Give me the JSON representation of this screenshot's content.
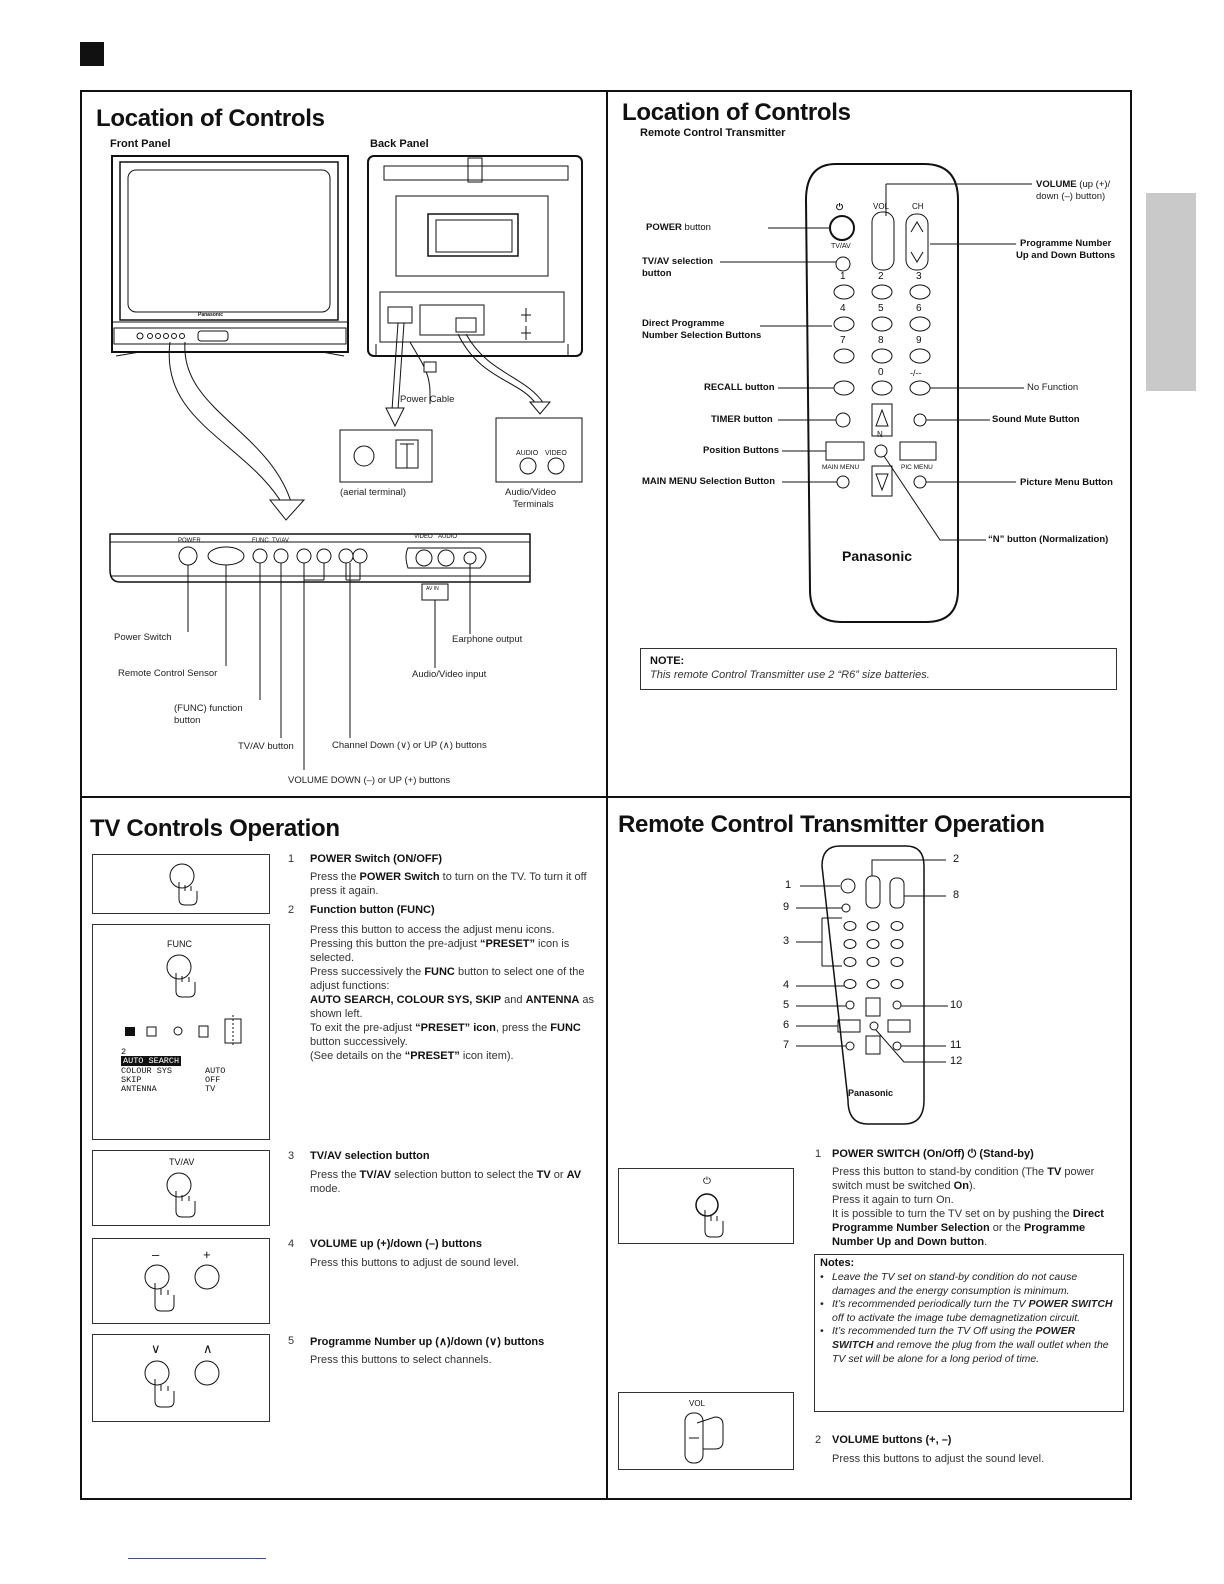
{
  "top_left": {
    "title": "Location of Controls",
    "front_panel": "Front Panel",
    "back_panel": "Back Panel",
    "tv_brand": "Panasonic",
    "power_cable": "Power Cable",
    "aerial_terminal": "(aerial terminal)",
    "av_terminals_line1": "Audio/Video",
    "av_terminals_line2": "Terminals",
    "audio": "AUDIO",
    "video": "VIDEO",
    "strip": {
      "power": "POWER",
      "func": "FUNC",
      "tvav": "TV/AV",
      "video": "VIDEO",
      "audio": "AUDIO",
      "avin": "AV IN"
    },
    "callouts": {
      "power_switch": "Power Switch",
      "remote_sensor": "Remote Control Sensor",
      "func_l1": "(FUNC) function",
      "func_l2": "button",
      "tvav_button": "TV/AV button",
      "channel": "Channel Down (∨) or UP (∧) buttons",
      "volume": "VOLUME DOWN (–) or UP (+) buttons",
      "earphone": "Earphone output",
      "av_input": "Audio/Video input"
    }
  },
  "top_right": {
    "title": "Location of Controls",
    "subtitle": "Remote Control Transmitter",
    "remote": {
      "vol": "VOL",
      "ch": "CH",
      "tvav": "TV/AV",
      "n": "N",
      "main_menu": "MAIN MENU",
      "pic_menu": "PIC MENU",
      "brand": "Panasonic",
      "digits": [
        "1",
        "2",
        "3",
        "4",
        "5",
        "6",
        "7",
        "8",
        "9",
        "0",
        "-/--"
      ]
    },
    "callouts": {
      "volume_b": "VOLUME",
      "volume_r": " (up (+)/",
      "volume_l2": "down (–) button)",
      "power_b": "POWER",
      "power_r": " button",
      "prog_l1": "Programme Number",
      "prog_l2": "Up and Down Buttons",
      "tvav_l1": "TV/AV selection",
      "tvav_l2": "button",
      "direct_l1": "Direct Programme",
      "direct_l2": "Number Selection Buttons",
      "recall": "RECALL button",
      "no_function": "No Function",
      "timer": "TIMER button",
      "mute": "Sound Mute Button",
      "position": "Position Buttons",
      "main_menu": "MAIN MENU Selection Button",
      "pic_menu": "Picture Menu Button",
      "n_button": "“N” button (Normalization)"
    },
    "note_title": "NOTE:",
    "note_text": "This remote Control Transmitter use 2 “R6” size batteries."
  },
  "bottom_left": {
    "title": "TV Controls Operation",
    "func_label": "FUNC",
    "tvav_label": "TV/AV",
    "minus": "–",
    "plus": "+",
    "down": "∨",
    "up": "∧",
    "osd": {
      "num": "2",
      "items": [
        "AUTO SEARCH",
        "COLOUR SYS",
        "SKIP",
        "ANTENNA"
      ],
      "values": [
        "AUTO",
        "OFF",
        "TV"
      ]
    },
    "steps": [
      {
        "num": "1",
        "title": "POWER Switch (ON/OFF)"
      },
      {
        "num": "2",
        "title": "Function button (FUNC)"
      },
      {
        "num": "3",
        "title": "TV/AV selection button"
      },
      {
        "num": "4",
        "title": "VOLUME up (+)/down (–) buttons"
      },
      {
        "num": "5",
        "title": "Programme Number up (∧)/down (∨) buttons"
      }
    ],
    "s1": {
      "a": "Press the ",
      "b": "POWER Switch",
      "c": " to turn on the TV. To turn it off press it again."
    },
    "s2": {
      "p1": "Press this button to access the adjust menu icons.",
      "p2a": "Pressing this button the pre-adjust ",
      "p2b": "“PRESET”",
      "p2c": " icon is selected.",
      "p3a": "Press successively the ",
      "p3b": "FUNC",
      "p3c": " button to select one of the adjust functions:",
      "p4a": "AUTO SEARCH, COLOUR SYS, SKIP",
      "p4b": " and ",
      "p4c": "ANTENNA",
      "p4d": " as shown left.",
      "p5a": "To exit the pre-adjust ",
      "p5b": "“PRESET” icon",
      "p5c": ", press the ",
      "p5d": "FUNC",
      "p5e": " button successively.",
      "p6a": "(See details on the ",
      "p6b": "“PRESET”",
      "p6c": " icon item)."
    },
    "s3": {
      "a": "Press the ",
      "b": "TV/AV",
      "c": " selection button to select the ",
      "d": "TV",
      "e": " or ",
      "f": "AV",
      "g": " mode."
    },
    "s4": "Press this buttons to adjust de sound level.",
    "s5": "Press this buttons to select channels."
  },
  "bottom_right": {
    "title": "Remote Control Transmitter Operation",
    "callout_numbers": [
      "1",
      "2",
      "3",
      "4",
      "5",
      "6",
      "7",
      "8",
      "9",
      "10",
      "11",
      "12"
    ],
    "brand": "Panasonic",
    "vol_label": "VOL",
    "steps": [
      {
        "num": "1",
        "title": "POWER SWITCH (On/Off) ⏻ (Stand-by)"
      },
      {
        "num": "2",
        "title": "VOLUME buttons (+, –)"
      }
    ],
    "s1": {
      "a": "Press this button to stand-by condition (The ",
      "b": "TV",
      "c": " power switch must be switched ",
      "d": "On",
      "e": ").",
      "f": "Press it again to turn On.",
      "g": "It is possible to turn the TV set on by pushing the ",
      "h": "Direct Programme Number Selection",
      "i": " or the ",
      "j": "Programme Number Up and Down button",
      "k": "."
    },
    "notes_title": "Notes:",
    "notes": [
      {
        "a": "Leave the TV set on stand-by condition do not cause damages and the energy consumption is minimum.",
        "b": "",
        "c": ""
      },
      {
        "a": "It’s recommended periodically turn the TV ",
        "b": "POWER SWITCH",
        "c": " off  to activate the image tube demagnetization circuit."
      },
      {
        "a": "It’s recommended turn the TV Off  using the ",
        "b": "POWER SWITCH",
        "c": " and remove the plug from the wall outlet when the TV set will be alone for a long period of time."
      }
    ],
    "s2": "Press this buttons to adjust the sound level."
  }
}
